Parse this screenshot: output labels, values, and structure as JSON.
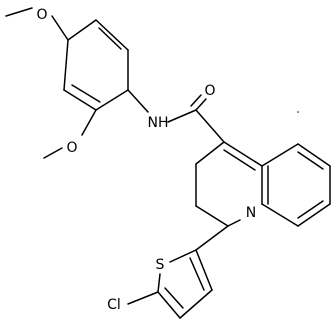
{
  "molecule": {
    "atom_labels": {
      "o_methoxy_top": "O",
      "o_methoxy_ortho": "O",
      "nh": "NH",
      "o_carbonyl": "O",
      "n_ring": "N",
      "s_ring": "S",
      "cl": "Cl"
    }
  },
  "colors": {
    "bond": "#000000",
    "background": "#ffffff"
  }
}
